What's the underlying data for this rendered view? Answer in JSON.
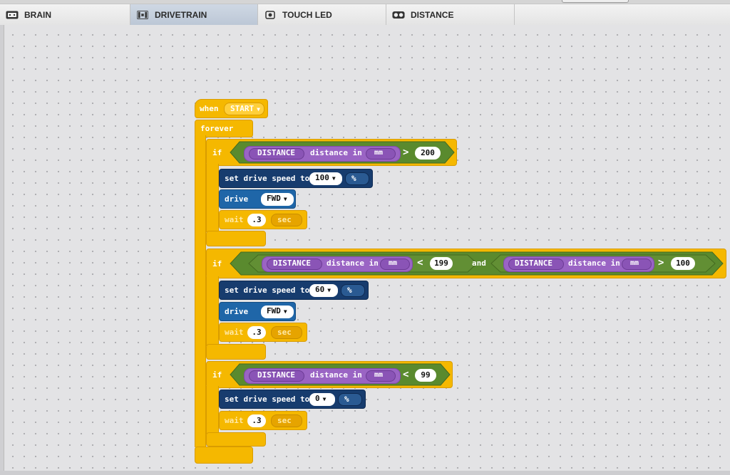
{
  "tabs": [
    {
      "label": "BRAIN",
      "icon": "brain-icon"
    },
    {
      "label": "DRIVETRAIN",
      "icon": "drivetrain-icon"
    },
    {
      "label": "TOUCH LED",
      "icon": "touch-led-icon"
    },
    {
      "label": "DISTANCE",
      "icon": "distance-icon"
    }
  ],
  "active_tab": "DRIVETRAIN",
  "colors": {
    "control": "#f5b800",
    "drivetrain": "#173c6e",
    "drive": "#1f66a8",
    "sensing": "#9a64c4",
    "operators": "#5a8a2e"
  },
  "program": {
    "hat": {
      "when": "when",
      "event": "START"
    },
    "forever": "forever",
    "if1": {
      "if": "if",
      "sensor": "DISTANCE",
      "reading": "distance in",
      "unit": "mm",
      "op": ">",
      "value": "200",
      "speed": {
        "label": "set drive speed to",
        "value": "100",
        "unit": "%"
      },
      "drive": {
        "label": "drive",
        "dir": "FWD"
      },
      "wait": {
        "label": "wait",
        "value": ".3",
        "unit": "sec"
      }
    },
    "if2": {
      "if": "if",
      "left": {
        "sensor": "DISTANCE",
        "reading": "distance in",
        "unit": "mm",
        "op": "<",
        "value": "199"
      },
      "and": "and",
      "right": {
        "sensor": "DISTANCE",
        "reading": "distance in",
        "unit": "mm",
        "op": ">",
        "value": "100"
      },
      "speed": {
        "label": "set drive speed to",
        "value": "60",
        "unit": "%"
      },
      "drive": {
        "label": "drive",
        "dir": "FWD"
      },
      "wait": {
        "label": "wait",
        "value": ".3",
        "unit": "sec"
      }
    },
    "if3": {
      "if": "if",
      "sensor": "DISTANCE",
      "reading": "distance in",
      "unit": "mm",
      "op": "<",
      "value": "99",
      "speed": {
        "label": "set drive speed to",
        "value": "0",
        "unit": "%"
      },
      "wait": {
        "label": "wait",
        "value": ".3",
        "unit": "sec"
      }
    }
  }
}
